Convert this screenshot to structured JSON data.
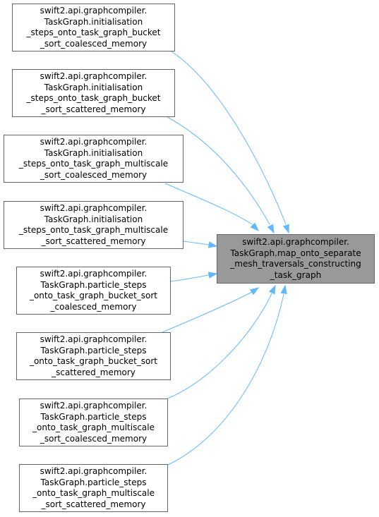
{
  "target": {
    "lines": [
      "swift2.api.graphcompiler.",
      "TaskGraph.map_onto_separate",
      "_mesh_traversals_constructing",
      "_task_graph"
    ]
  },
  "callers": [
    {
      "lines": [
        "swift2.api.graphcompiler.",
        "TaskGraph.initialisation",
        "_steps_onto_task_graph_bucket",
        "_sort_coalesced_memory"
      ]
    },
    {
      "lines": [
        "swift2.api.graphcompiler.",
        "TaskGraph.initialisation",
        "_steps_onto_task_graph_bucket",
        "_sort_scattered_memory"
      ]
    },
    {
      "lines": [
        "swift2.api.graphcompiler.",
        "TaskGraph.initialisation",
        "_steps_onto_task_graph_multiscale",
        "_sort_coalesced_memory"
      ]
    },
    {
      "lines": [
        "swift2.api.graphcompiler.",
        "TaskGraph.initialisation",
        "_steps_onto_task_graph_multiscale",
        "_sort_scattered_memory"
      ]
    },
    {
      "lines": [
        "swift2.api.graphcompiler.",
        "TaskGraph.particle_steps",
        "_onto_task_graph_bucket_sort",
        "_coalesced_memory"
      ]
    },
    {
      "lines": [
        "swift2.api.graphcompiler.",
        "TaskGraph.particle_steps",
        "_onto_task_graph_bucket_sort",
        "_scattered_memory"
      ]
    },
    {
      "lines": [
        "swift2.api.graphcompiler.",
        "TaskGraph.particle_steps",
        "_onto_task_graph_multiscale",
        "_sort_coalesced_memory"
      ]
    },
    {
      "lines": [
        "swift2.api.graphcompiler.",
        "TaskGraph.particle_steps",
        "_onto_task_graph_multiscale",
        "_sort_scattered_memory"
      ]
    }
  ],
  "colors": {
    "edge": "#63b8ff",
    "node_border": "#666666",
    "target_fill": "#999999",
    "node_fill": "#ffffff"
  }
}
